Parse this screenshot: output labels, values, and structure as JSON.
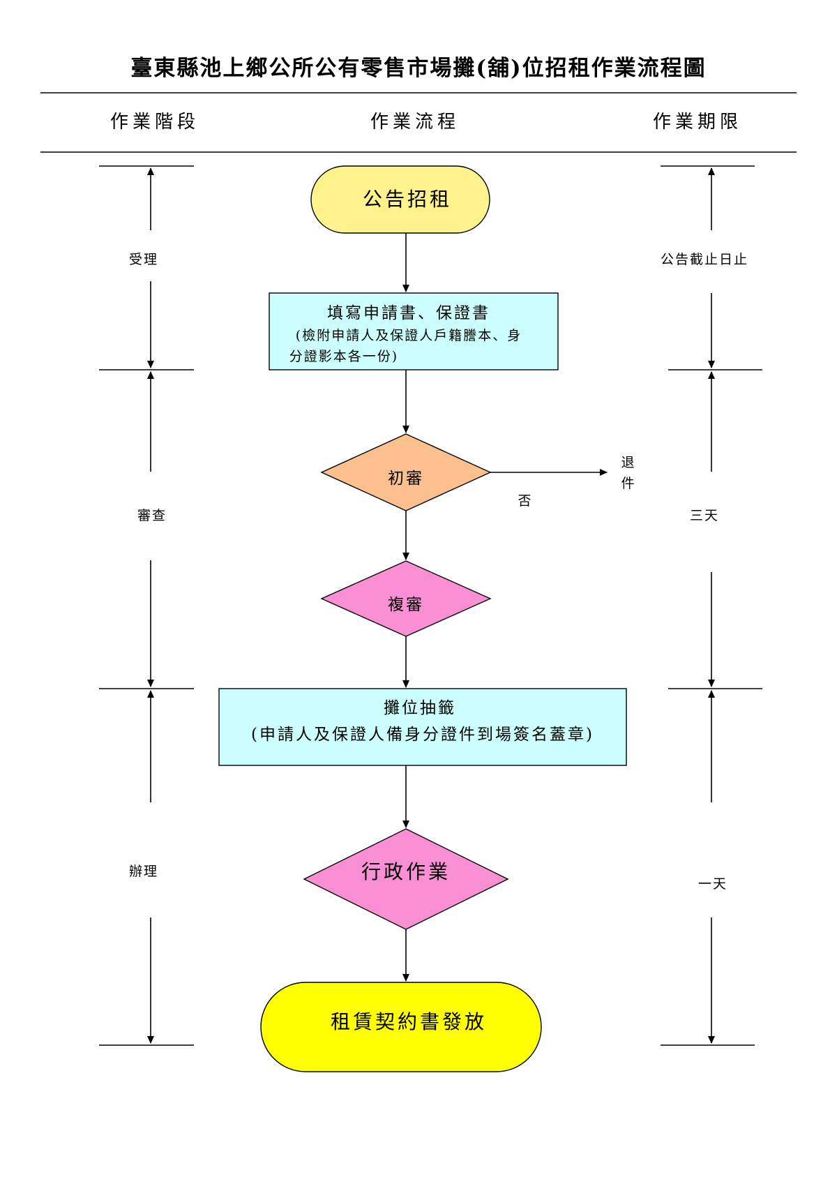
{
  "title": "臺東縣池上鄉公所公有零售市場攤(舖)位招租作業流程圖",
  "headers": {
    "stage": "作業階段",
    "process": "作業流程",
    "deadline": "作業期限"
  },
  "stages": {
    "accept": "受理",
    "review": "審查",
    "handle": "辦理"
  },
  "deadlines": {
    "accept": "公告截止日止",
    "review": "三天",
    "handle": "一天"
  },
  "nodes": {
    "announce": "公告招租",
    "fill_form": {
      "line1": "填寫申請書、保證書",
      "line2": "(檢附申請人及保證人戶籍謄本、身",
      "line3": "分證影本各一份)"
    },
    "first_review": "初審",
    "reject_label": "否",
    "return_doc": [
      "退",
      "件"
    ],
    "second_review": "複審",
    "lottery": {
      "line1": "攤位抽籤",
      "line2": "(申請人及保證人備身分證件到場簽名蓋章)"
    },
    "admin": "行政作業",
    "issue": "租賃契約書發放"
  },
  "colors": {
    "terminal_start": "#fdf28c",
    "terminal_end": "#ffff00",
    "process_box": "#ccffff",
    "first_review": "#fbc08e",
    "review_pink": "#fb8fd6"
  }
}
